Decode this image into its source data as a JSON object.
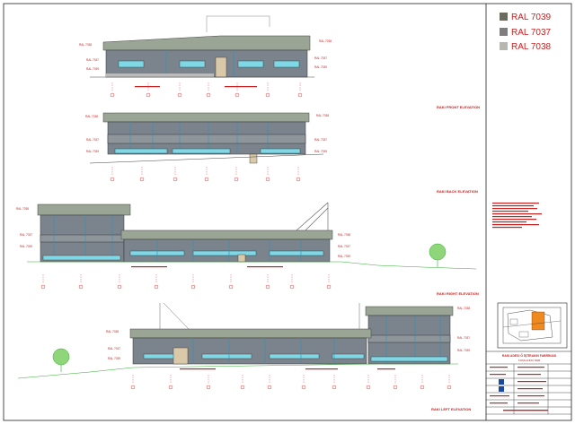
{
  "legend": {
    "items": [
      {
        "label": "RAL 7039",
        "color": "#6b6b5f"
      },
      {
        "label": "RAL 7037",
        "color": "#7c7f7e"
      },
      {
        "label": "RAL 7038",
        "color": "#b5b8b1"
      }
    ]
  },
  "elevations": {
    "front": {
      "caption": "RAKI FRONT ELEVATION"
    },
    "back": {
      "caption": "RAKI BACK ELEVATION"
    },
    "right": {
      "caption": "RAKI RIGHT ELEVATION"
    },
    "left": {
      "caption": "RAKI LEFT ELEVATION"
    }
  },
  "tags": {
    "ral7039": "RAL 7039",
    "ral7037": "RAL 7037",
    "ral7038": "RAL 7038"
  },
  "title_block": {
    "project": "RAKI ADESI Ö İŞTİRAKIN FABRİKASI",
    "subtitle": "KOMLANDLİ DEB"
  },
  "colors": {
    "annotation": "#cc2222",
    "roof": "#9aa595",
    "wall": "#7b848c",
    "glazing": "#7fd8e6"
  }
}
